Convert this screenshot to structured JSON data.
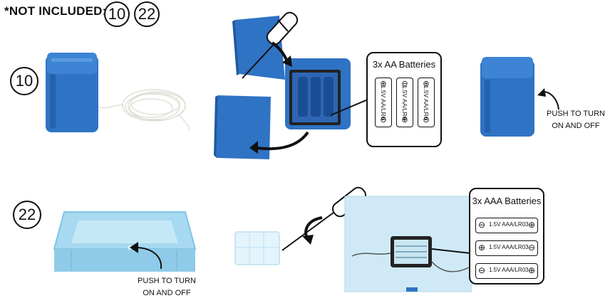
{
  "header": {
    "note": "*NOT INCLUDED:",
    "badges": [
      "10",
      "22"
    ]
  },
  "section_10": {
    "badge": "10",
    "battery_callout": {
      "title": "3x AA Batteries",
      "cells": [
        {
          "label": "1.5V AA/LR6",
          "plus": "⊕",
          "minus": "⊖"
        },
        {
          "label": "1.5V AA/LR6",
          "plus": "⊖",
          "minus": "⊕"
        },
        {
          "label": "1.5V AA/LR6",
          "plus": "⊕",
          "minus": "⊖"
        }
      ]
    },
    "push_text": [
      "PUSH TO TURN",
      "ON AND OFF"
    ]
  },
  "section_22": {
    "badge": "22",
    "battery_callout": {
      "title": "3x AAA Batteries",
      "cells": [
        {
          "label": "1.5V AAA/LR03",
          "left": "⊖",
          "right": "⊕"
        },
        {
          "label": "1.5V AAA/LR03",
          "left": "⊕",
          "right": "⊖"
        },
        {
          "label": "1.5V AAA/LR03",
          "left": "⊖",
          "right": "⊕"
        }
      ]
    },
    "push_text": [
      "PUSH TO TURN",
      "ON AND OFF"
    ]
  },
  "colors": {
    "box_blue": "#2f73c4",
    "box_dark": "#1f5aa3",
    "clear_blue": "#9fd6ee",
    "wire": "#d9dccf"
  }
}
